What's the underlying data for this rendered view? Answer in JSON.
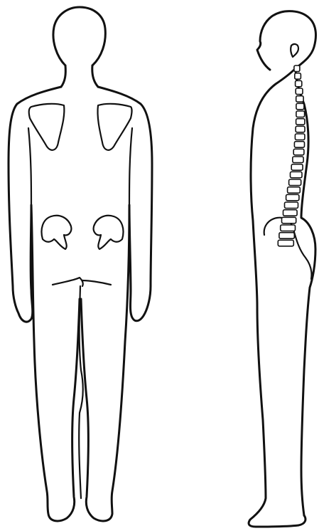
{
  "figure": {
    "views": [
      {
        "id": "posterior",
        "landmarks": [
          "head",
          "scapula-left",
          "scapula-right",
          "pelvis-left",
          "pelvis-right",
          "gluteal-fold"
        ]
      },
      {
        "id": "lateral",
        "landmarks": [
          "head",
          "ear",
          "spine",
          "buttock",
          "foot"
        ]
      }
    ],
    "spine": {
      "vertebra_count": 24
    },
    "colors": {
      "line": "#111111",
      "background": "#ffffff"
    }
  }
}
